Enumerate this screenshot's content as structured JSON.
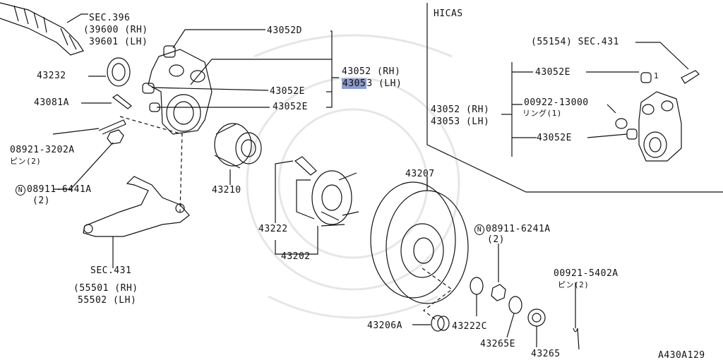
{
  "diagram_id": "A430A129",
  "section": "HICAS",
  "accent": "#8c9ccc",
  "labels": {
    "sec396": "SEC.396",
    "p39600": "(39600 (RH)",
    "p39601": "39601 (LH)",
    "p43052d": "43052D",
    "p43232": "43232",
    "p43052rh": "43052 (RH)",
    "p43053lh_a": "4305",
    "p43053lh_b": "3 (LH)",
    "p43081a": "43081A",
    "p43052e_1": "43052E",
    "p43052e_2": "43052E",
    "p08921": "08921-3202A",
    "pin2_a": "ピン(2)",
    "n08911_6441": "08911-6441A",
    "n08911_6441_qty": "(2)",
    "p43210": "43210",
    "p43222": "43222",
    "p43202": "43202",
    "sec431": "SEC.431",
    "p55501": "(55501 (RH)",
    "p55502": "55502 (LH)",
    "p43207": "43207",
    "n08911_6241": "08911-6241A",
    "n08911_6241_qty": "(2)",
    "p43206a": "43206A",
    "p43222c": "43222C",
    "p43265e": "43265E",
    "p43265": "43265",
    "p00921": "00921-5402A",
    "pin2_b": "ピン(2)",
    "hicas_sec431": "(55154) SEC.431",
    "hicas_43052e_1": "43052E",
    "hicas_00922": "00922-13000",
    "hicas_ring": "リング(1)",
    "hicas_43052rh": "43052 (RH)",
    "hicas_43053lh": "43053 (LH)",
    "hicas_43052e_2": "43052E",
    "n_symbol": "N",
    "callout_1": "1"
  }
}
